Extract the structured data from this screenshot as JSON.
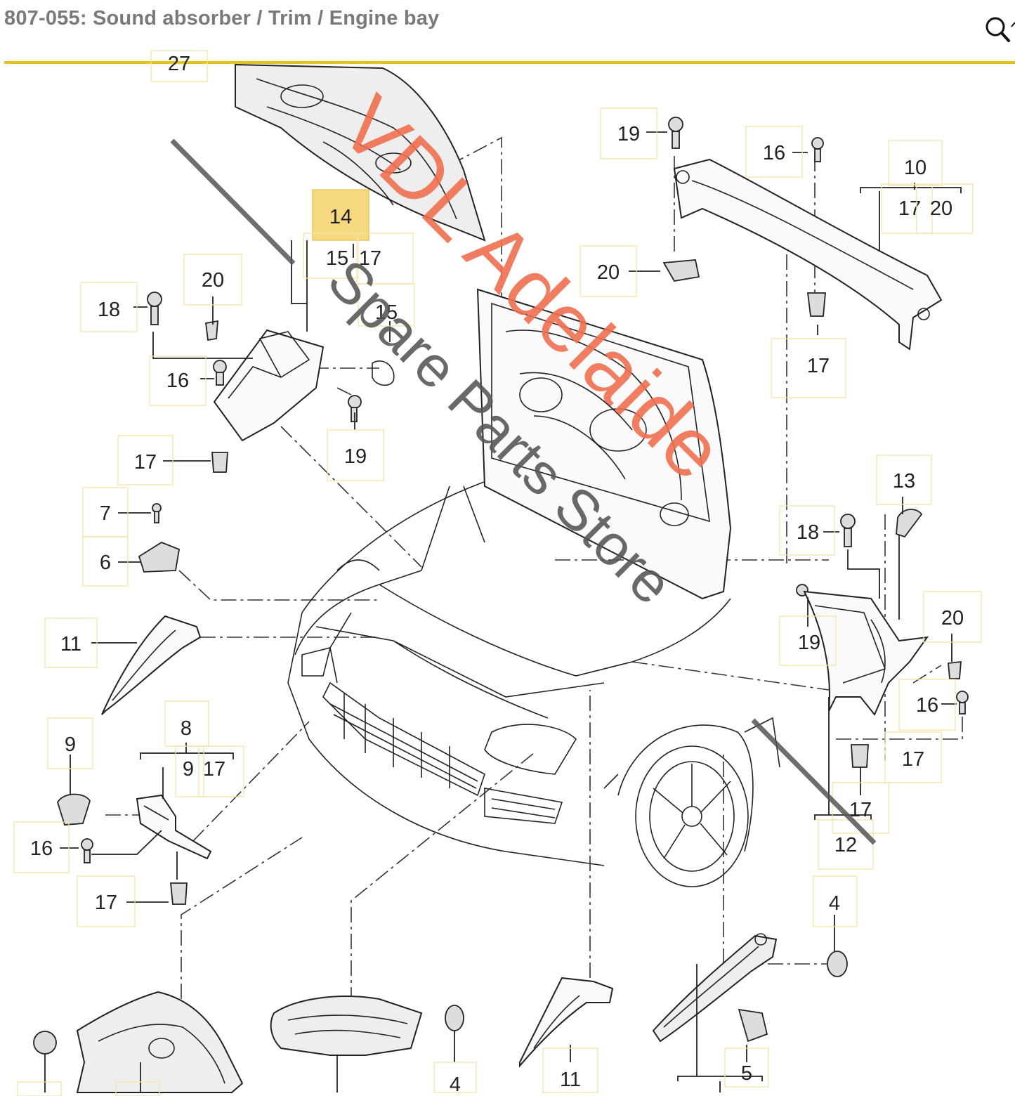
{
  "header": {
    "title": "807-055: Sound absorber / Trim / Engine bay"
  },
  "icons": {
    "search": "search-icon"
  },
  "colors": {
    "accent_rule": "#e8c11a",
    "highlight": "#f5d880",
    "watermark_red": "#f07050",
    "watermark_gray": "#555555"
  },
  "watermark": {
    "line1": "VDL Adelaide",
    "line2": "Spare Parts Store"
  },
  "callouts": [
    {
      "id": "c27",
      "label": "27"
    },
    {
      "id": "c14",
      "label": "14",
      "highlighted": true
    },
    {
      "id": "c15a",
      "label": "15"
    },
    {
      "id": "c17a",
      "label": "17"
    },
    {
      "id": "c15b",
      "label": "15"
    },
    {
      "id": "c18a",
      "label": "18"
    },
    {
      "id": "c20a",
      "label": "20"
    },
    {
      "id": "c16a",
      "label": "16"
    },
    {
      "id": "c19a",
      "label": "19"
    },
    {
      "id": "c17b",
      "label": "17"
    },
    {
      "id": "c7",
      "label": "7"
    },
    {
      "id": "c6",
      "label": "6"
    },
    {
      "id": "c11a",
      "label": "11"
    },
    {
      "id": "c8",
      "label": "8"
    },
    {
      "id": "c9a",
      "label": "9"
    },
    {
      "id": "c17c",
      "label": "17"
    },
    {
      "id": "c9b",
      "label": "9"
    },
    {
      "id": "c16b",
      "label": "16"
    },
    {
      "id": "c17d",
      "label": "17"
    },
    {
      "id": "c19b",
      "label": "19"
    },
    {
      "id": "c16c",
      "label": "16"
    },
    {
      "id": "c10",
      "label": "10"
    },
    {
      "id": "c17e",
      "label": "17"
    },
    {
      "id": "c20b",
      "label": "20"
    },
    {
      "id": "c20c",
      "label": "20"
    },
    {
      "id": "c17f",
      "label": "17"
    },
    {
      "id": "c13",
      "label": "13"
    },
    {
      "id": "c18b",
      "label": "18"
    },
    {
      "id": "c19c",
      "label": "19"
    },
    {
      "id": "c20d",
      "label": "20"
    },
    {
      "id": "c16d",
      "label": "16"
    },
    {
      "id": "c17g",
      "label": "17"
    },
    {
      "id": "c17h",
      "label": "17"
    },
    {
      "id": "c12",
      "label": "12"
    },
    {
      "id": "c4a",
      "label": "4"
    },
    {
      "id": "c4b",
      "label": "4"
    },
    {
      "id": "c11b",
      "label": "11"
    },
    {
      "id": "c5",
      "label": "5"
    }
  ]
}
